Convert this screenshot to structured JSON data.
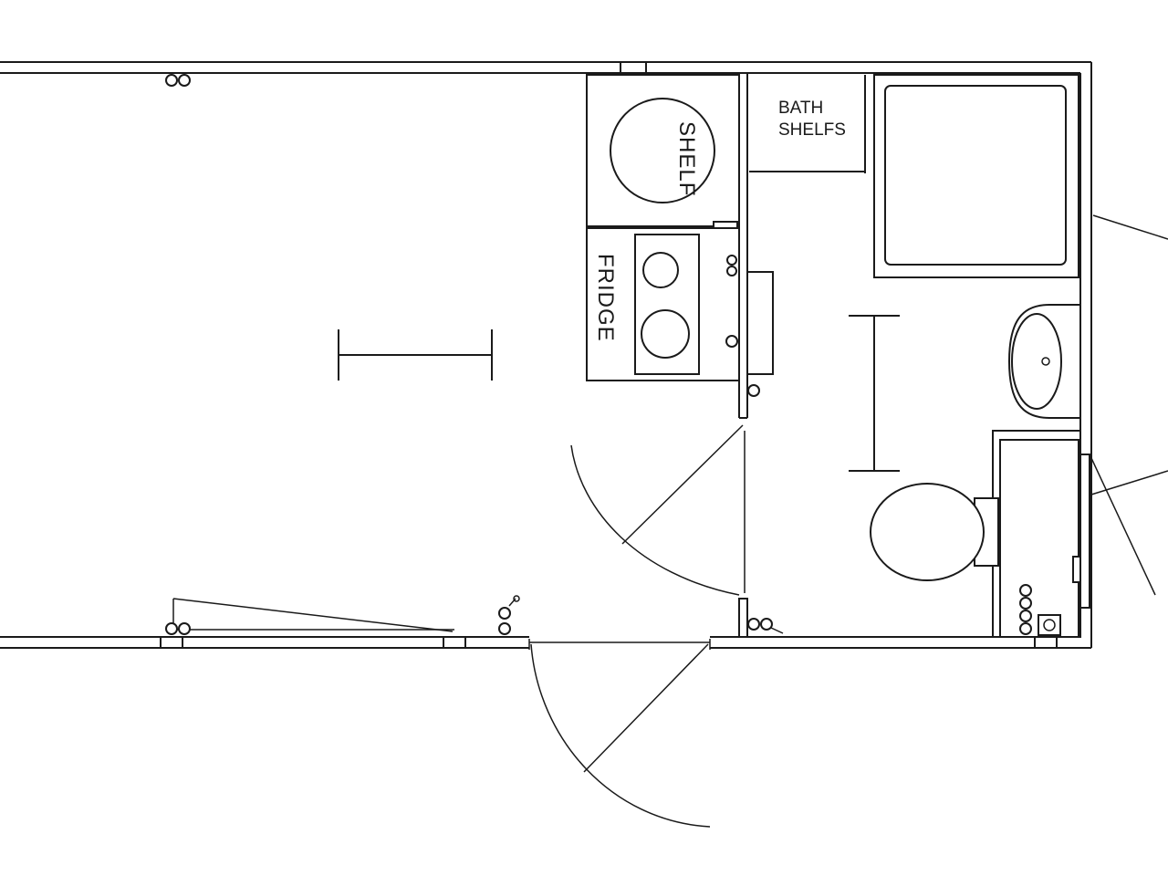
{
  "labels": {
    "shelf": "SHELF",
    "fridge": "FRIDGE",
    "bath_shelfs_line1": "BATH",
    "bath_shelfs_line2": "SHELFS"
  }
}
